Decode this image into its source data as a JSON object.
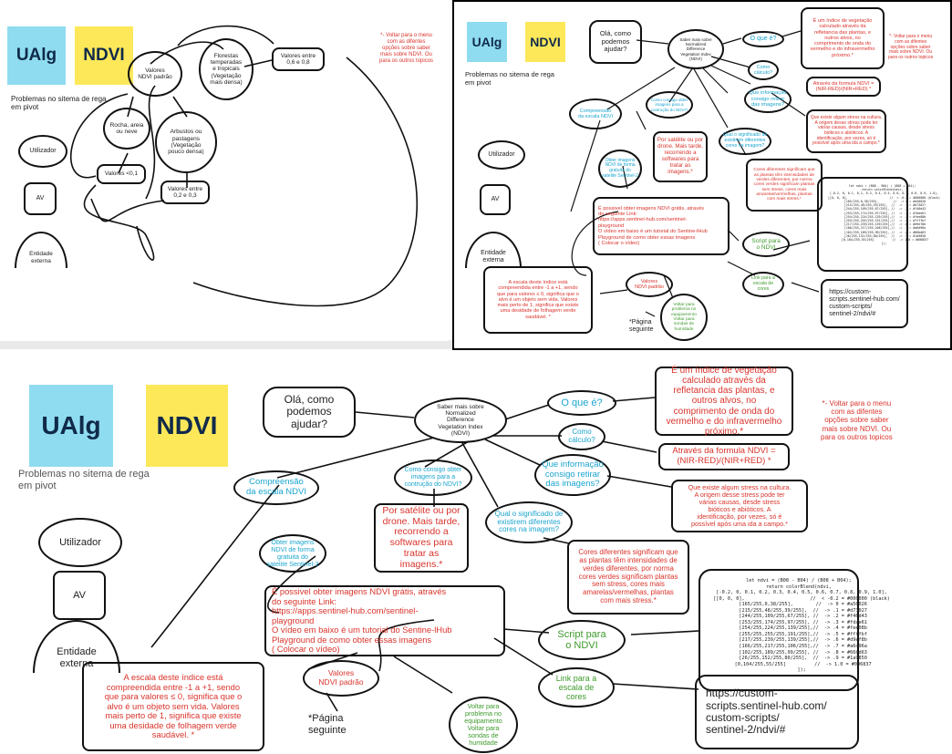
{
  "brand": {
    "ualg": "UAlg",
    "ndvi": "NDVI",
    "ualg_color": "#8fdcf0",
    "ndvi_color": "#fde85a"
  },
  "subtitle": "Problemas no sitema de rega\nem pivot",
  "legend": {
    "utilizador": "Utilizador",
    "av": "AV",
    "entidade": "Entidade\nexterna"
  },
  "menu_note": "*- Voltar para o menu\ncom as difentes\nopções sobre saber\nmais sobre NDVI. Ou\npara os outros topicos",
  "panel1": {
    "valores_padrao": "Valores\nNDVI padrão",
    "florestas": "Florestas\ntemperadas\ne tropicais\n(Vegetação\nmais densa)",
    "entre_06": "Valores entre\n0,6 e 0,8",
    "rocha": "Rocha, areia\nou neve",
    "arbustos": "Arbustos ou\npastagens\n(Vegetação\npouco densa)",
    "menor_01": "Valores <0,1",
    "entre_02": "Valores entre\n0,2 e 0,3"
  },
  "flow": {
    "ola": "Olá, como\npodemos\najudar?",
    "saber": "Saber mais sobre\nNormalized\nDifference\nVegetation Index\n(NDVI)",
    "o_que_e": "O que é?",
    "definicao": "É um índice de vegetação\ncalculado através da\nrefletancia das plantas, e\noutros alvos, no\ncomprimento de onda do\nvermelho e do infravermelho\npróximo.*",
    "como_calculo": "Como\ncálculo?",
    "formula": "Através da formula NDVI =\n(NIR-RED)/(NIR+RED) *",
    "que_info": "Que informação\nconsigo retirar\ndas imagens?",
    "stress": "Que existe algum stress na cultura.\nA origem desse stress pode ter\nvárias causas, desde stress\nbióticos e abióticos. A\nidentificação, por vezes, só é\npossível após uma ida a campo.*",
    "compreensao": "Compreensão\nda escala NDVI",
    "como_obter": "Como consigo obter\nimagens para a\ncontrução do NDVI?",
    "satelite": "Por satélite ou por\ndrone. Mais tarde,\nrecorrendo a\nsoftwares para\ntratar as\nimagens.*",
    "significado": "Qual o significado de\nexistirem diferentes\ncores na imagem?",
    "cores": "Cores diferentes significam que\nas plantas têm intensidades de\nverdes diferentes, por norma\ncores verdes significam plantas\nsem stress, cores mais\namarelas/vermelhas, plantas\ncom mais stress.*",
    "obter_gratuita": "Obter imagens\nNDVI de forma\ngratuita do\nsatelite Sentinel-2",
    "possivel": "É possivel obter imagens NDVI grátis, através\ndo seguinte Link:\nhttps://apps.sentinel-hub.com/sentinel-\nplayground\nO vídeo em baixo é um tutorial do Sentine-lHub\nPlayground de como obter essas imagens\n( Colocar o vídeo)",
    "script": "Script para\no NDVI",
    "code": "let ndvi = (B08 - B04) / (B08 + B04);\nreturn colorBlend(ndvi,\n  [-0.2, 0, 0.1, 0.2, 0.3, 0.4, 0.5, 0.6, 0.7, 0.8, 0.9, 1.0],\n  [[0, 0, 0],                       //  < -0.2 = #000000 (black)\n   [165/255,0,38/255],        //  -> 0 = #a50026\n   [215/255,48/255,39/255],  //  -> .1 = #d73027\n   [244/255,109/255,67/255], //  -> .2 = #f46d43\n   [253/255,174/255,97/255], //  -> .3 = #fdae61\n   [254/255,224/255,139/255],//  -> .4 = #fee08b\n   [255/255,255/255,191/255],//  -> .5 = #ffffbf\n   [217/255,239/255,139/255],//  -> .6 = #d9ef8b\n   [166/255,217/255,106/255],//  -> .7 = #a6d96a\n   [102/255,189/255,99/255], //  -> .8 = #66bd63\n   [26/255,152/255,80/255],  //  -> .9 = #1a9850\n   [0,104/255,55/255]          //  -> 1.0 = #006837\n  ]);",
    "escala": "A escala deste índice está\ncompreendida entre -1 a +1, sendo\nque para valores ≤ 0, significa que o\nalvo é um objeto sem vida. Valores\nmais perto de 1, significa que existe\numa desidade de folhagem verde\nsaudável. *",
    "valores_padrao": "Valores\nNDVI padrão",
    "pagina": "*Página\nseguinte",
    "voltar": "Voltar para\nproblema no\nequipamento\nVoltar para\nsondas de\nhumidade",
    "link_escala": "Link para a\nescala de\ncores",
    "custom_url": "https://custom-\nscripts.sentinel-hub.com/\ncustom-scripts/\nsentinel-2/ndvi/#"
  }
}
